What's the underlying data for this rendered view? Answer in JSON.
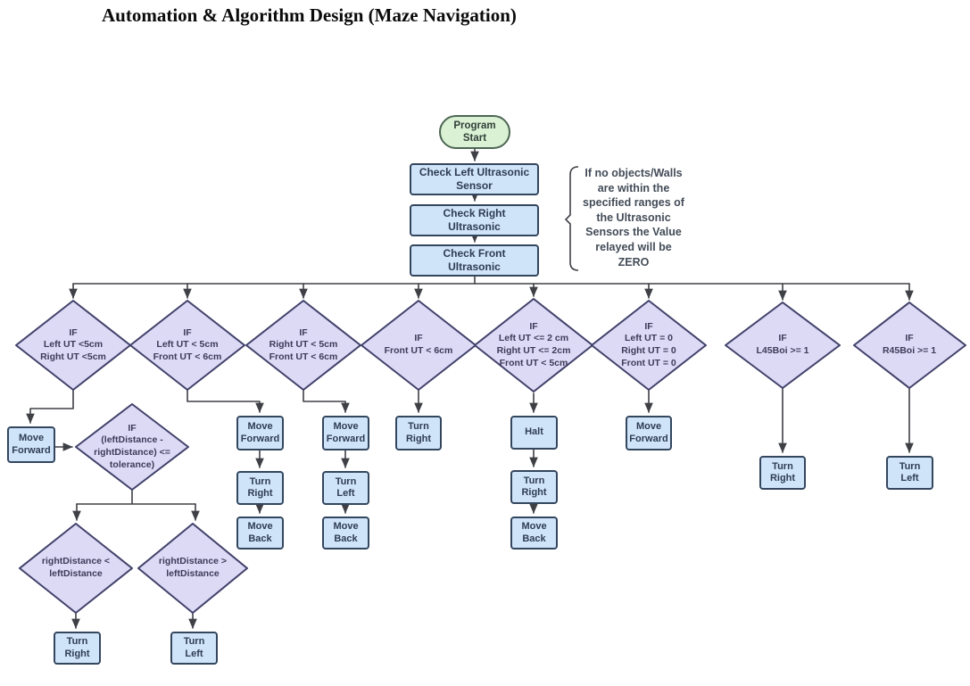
{
  "title": "Automation & Algorithm Design (Maze Navigation)",
  "annotation": "If no objects/Walls\nare within the\nspecified ranges of\nthe Ultrasonic\nSensors the Value\nrelayed will be\nZERO",
  "colors": {
    "terminator_fill": "#daf1d4",
    "terminator_stroke": "#4d6653",
    "process_fill": "#cfe4f9",
    "process_stroke": "#33465e",
    "decision_fill": "#dddaf6",
    "decision_stroke": "#41416a",
    "connector": "#3f4046",
    "title_text": "#0b0b0b",
    "annotation_text": "#434c58"
  },
  "nodes": {
    "start": "Program\nStart",
    "check_left": "Check Left Ultrasonic\nSensor",
    "check_right": "Check Right\nUltrasonic",
    "check_front": "Check Front\nUltrasonic",
    "d1": "IF\nLeft UT <5cm\nRight UT <5cm",
    "d2": "IF\nLeft UT < 5cm\nFront UT < 6cm",
    "d3": "IF\nRight UT < 5cm\nFront UT < 6cm",
    "d4": "IF\nFront UT < 6cm",
    "d5": "IF\nLeft UT <= 2 cm\nRight UT <= 2cm\nFront UT < 5cm",
    "d6": "IF\nLeft UT = 0\nRight UT = 0\nFront UT = 0",
    "d7": "IF\nL45Boi >= 1",
    "d8": "IF\nR45Boi >= 1",
    "d_tolerance": "IF\n(leftDistance -\nrightDistance) <=\ntolerance)",
    "d_right_lt_left": "rightDistance <\nleftDistance",
    "d_right_gt_left": "rightDistance >\nleftDistance",
    "move_forward_left": "Move\nForward",
    "move_forward_2": "Move\nForward",
    "turn_right_2": "Turn\nRight",
    "move_back_2": "Move\nBack",
    "move_forward_3": "Move\nForward",
    "turn_left_3": "Turn\nLeft",
    "move_back_3": "Move\nBack",
    "turn_right_4": "Turn\nRight",
    "halt_5": "Halt",
    "turn_right_5": "Turn\nRight",
    "move_back_5": "Move\nBack",
    "move_forward_6": "Move\nForward",
    "turn_right_7": "Turn\nRight",
    "turn_left_8": "Turn\nLeft",
    "turn_right_9": "Turn\nRight",
    "turn_left_10": "Turn\nLeft"
  }
}
